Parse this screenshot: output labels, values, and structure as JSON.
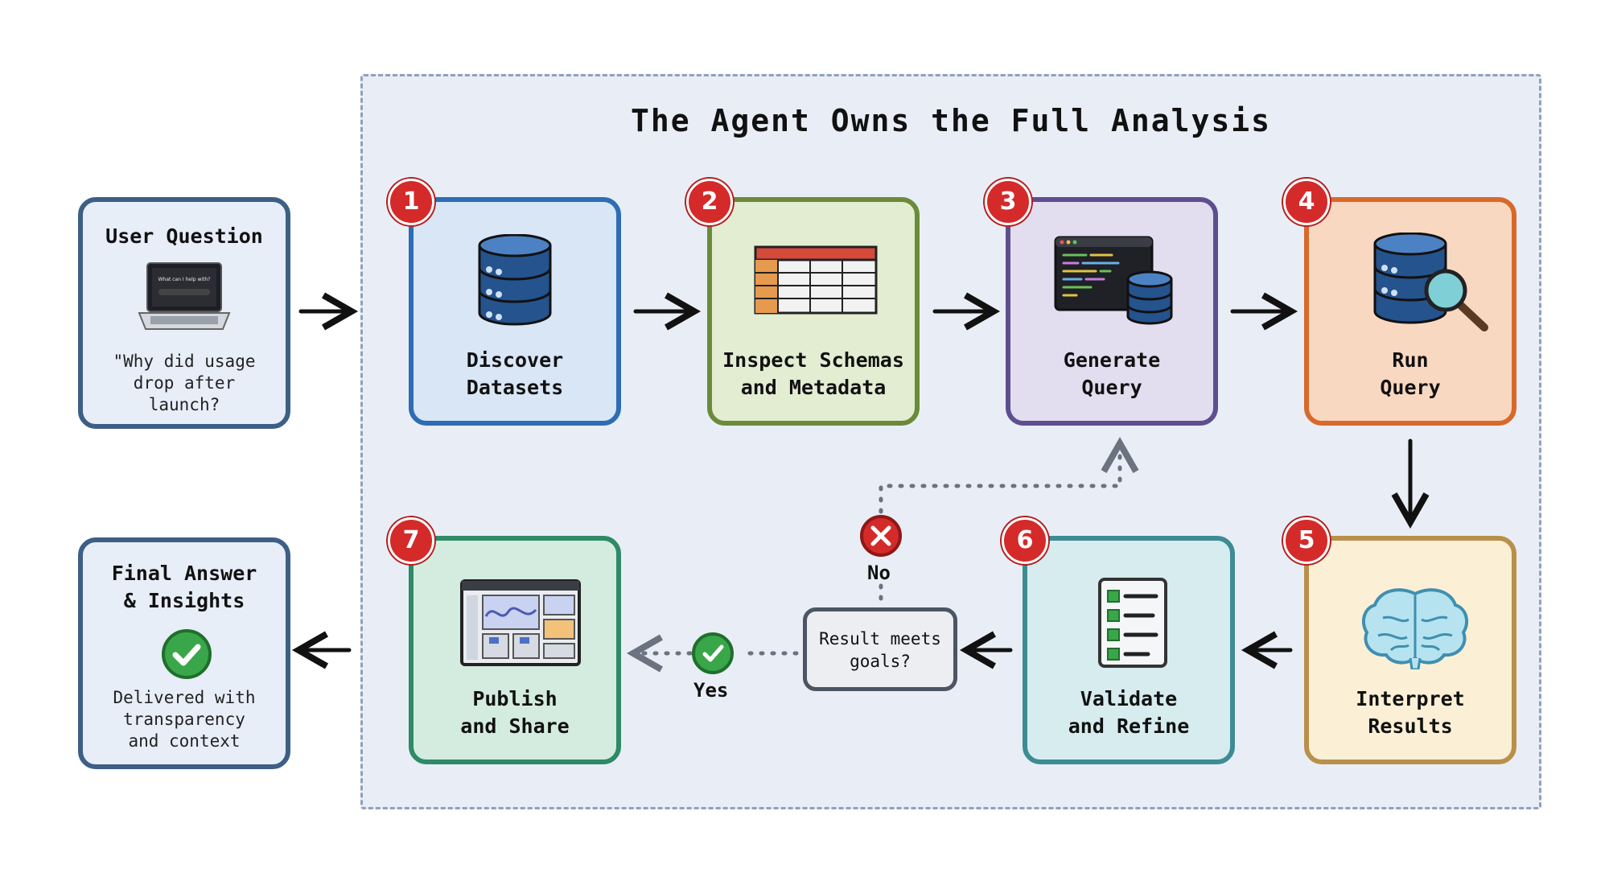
{
  "title": "The Agent Owns the Full Analysis",
  "input": {
    "label": "User Question",
    "laptop_prompt": "What can I help with?",
    "question": [
      "\"Why did usage",
      "drop after",
      "launch?"
    ],
    "icon": "laptop-icon"
  },
  "output": {
    "label": [
      "Final Answer",
      "& Insights"
    ],
    "description": [
      "Delivered with",
      "transparency",
      "and context"
    ],
    "icon": "check-circle-icon"
  },
  "steps": [
    {
      "number": "1",
      "label": [
        "Discover",
        "Datasets"
      ],
      "icon": "database-icon",
      "color": "#2e6db4"
    },
    {
      "number": "2",
      "label": [
        "Inspect Schemas",
        "and Metadata"
      ],
      "icon": "table-icon",
      "color": "#6b8a3a"
    },
    {
      "number": "3",
      "label": [
        "Generate",
        "Query"
      ],
      "icon": "code-database-icon",
      "color": "#5d4f8f"
    },
    {
      "number": "4",
      "label": [
        "Run",
        "Query"
      ],
      "icon": "database-search-icon",
      "color": "#d9692a"
    },
    {
      "number": "5",
      "label": [
        "Interpret",
        "Results"
      ],
      "icon": "brain-icon",
      "color": "#b8904a"
    },
    {
      "number": "6",
      "label": [
        "Validate",
        "and Refine"
      ],
      "icon": "checklist-icon",
      "color": "#3e8b94"
    },
    {
      "number": "7",
      "label": [
        "Publish",
        "and Share"
      ],
      "icon": "dashboard-icon",
      "color": "#2f8a66"
    }
  ],
  "decision": {
    "question": [
      "Result meets",
      "goals?"
    ],
    "yes_label": "Yes",
    "no_label": "No"
  }
}
